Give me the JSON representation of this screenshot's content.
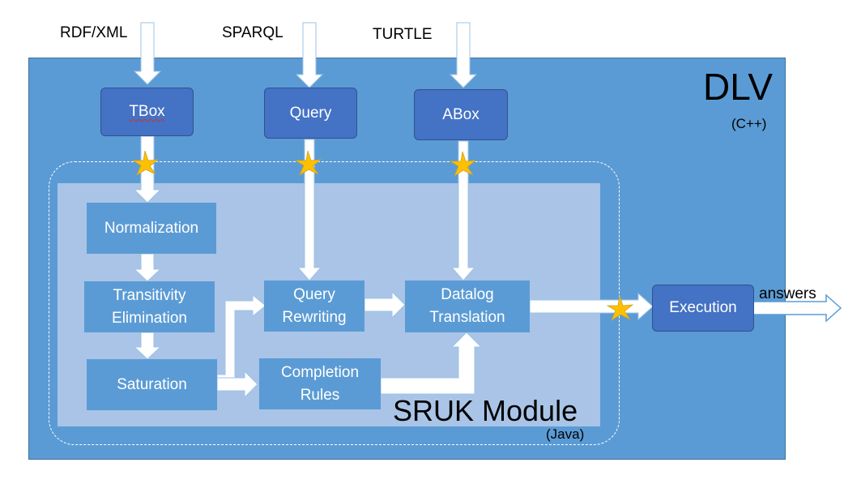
{
  "inputs": {
    "rdf": "RDF/XML",
    "sparql": "SPARQL",
    "turtle": "TURTLE"
  },
  "dlv": {
    "title": "DLV",
    "language": "(C++)"
  },
  "top_boxes": {
    "tbox": "TBox",
    "query": "Query",
    "abox": "ABox"
  },
  "sruk": {
    "title": "SRUK Module",
    "language": "(Java)",
    "normalization": "Normalization",
    "transitivity_1": "Transitivity",
    "transitivity_2": "Elimination",
    "saturation": "Saturation",
    "query_rewriting_1": "Query",
    "query_rewriting_2": "Rewriting",
    "completion_1": "Completion",
    "completion_2": "Rules",
    "datalog_1": "Datalog",
    "datalog_2": "Translation"
  },
  "execution": "Execution",
  "output": "answers",
  "colors": {
    "outer_fill": "#5b9bd5",
    "inner_fill": "#a9c4e6",
    "dark_box": "#4472c4",
    "star": "#ffc000",
    "arrow": "#ffffff"
  }
}
